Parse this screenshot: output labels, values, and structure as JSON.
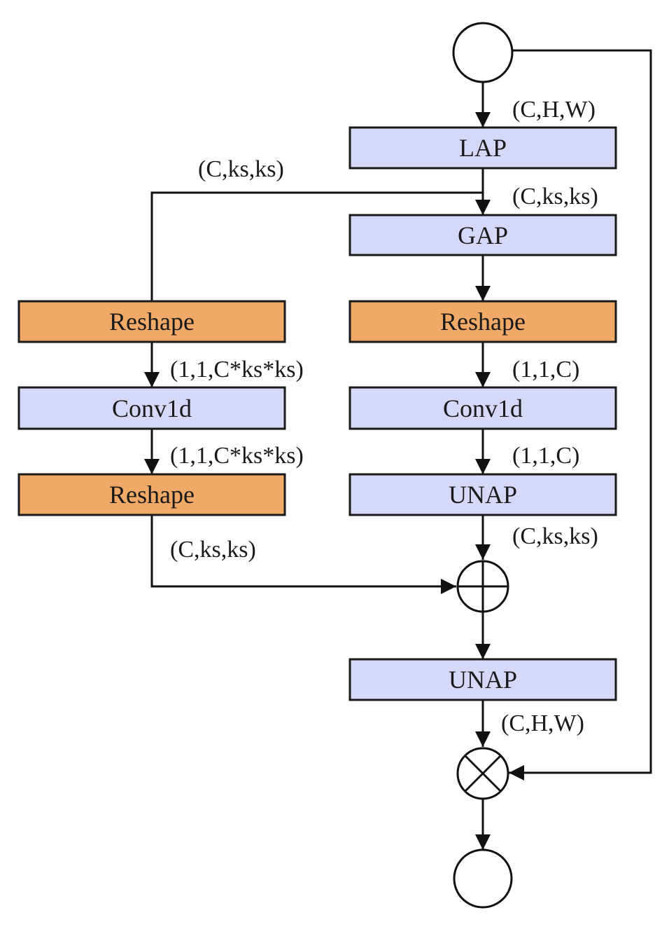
{
  "boxes": {
    "lap": "LAP",
    "gap": "GAP",
    "reshape_right": "Reshape",
    "conv1d_right": "Conv1d",
    "unap_right": "UNAP",
    "unap_bottom": "UNAP",
    "reshape_left_top": "Reshape",
    "conv1d_left": "Conv1d",
    "reshape_left_bottom": "Reshape"
  },
  "labels": {
    "input_to_lap": "(C,H,W)",
    "lap_to_gap": "(C,ks,ks)",
    "branch_left": "(C,ks,ks)",
    "reshape_to_conv_right": "(1,1,C)",
    "conv_to_unap_right": "(1,1,C)",
    "unap_to_add": "(C,ks,ks)",
    "reshape_to_conv_left": "(1,1,C*ks*ks)",
    "conv_to_reshape_left": "(1,1,C*ks*ks)",
    "reshape_to_add_left": "(C,ks,ks)",
    "unap_to_mul": "(C,H,W)"
  },
  "colors": {
    "process_box": "#d5d9f7",
    "reshape_box": "#f0a967"
  }
}
